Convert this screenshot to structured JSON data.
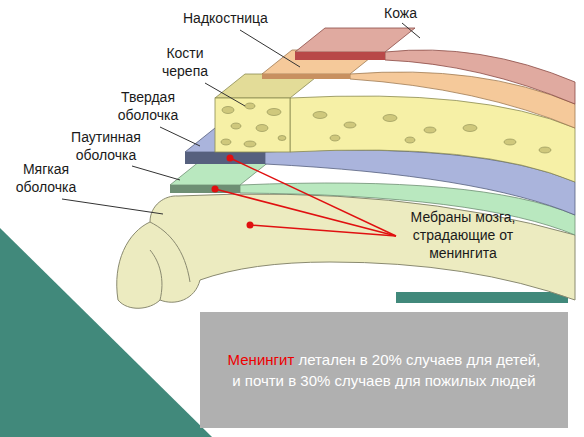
{
  "diagram": {
    "nodes": [
      {
        "text": [
          "Менингит",
          "летален в 20% случаев для детей, и почти в 30% случаев для пожилых людей"
        ]
      }
    ],
    "labels": [
      "Надкостница",
      "Кожа",
      "Кости черепа",
      "Твердая оболочка",
      "Паутинная оболочка",
      "Мягкая оболочка",
      "Мебраны мозга, страдающие от менингита"
    ]
  }
}
